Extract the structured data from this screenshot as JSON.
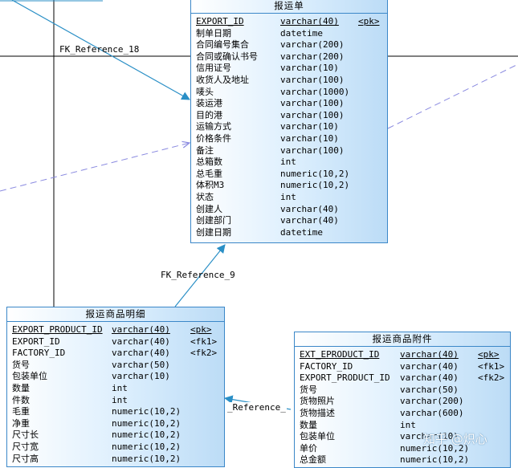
{
  "entities": {
    "declaration": {
      "title": "报运单",
      "rows": [
        {
          "name": "EXPORT_ID",
          "type": "varchar(40)",
          "key": "<pk>"
        },
        {
          "name": "制单日期",
          "type": "datetime",
          "key": ""
        },
        {
          "name": "合同编号集合",
          "type": "varchar(200)",
          "key": ""
        },
        {
          "name": "合同或确认书号",
          "type": "varchar(200)",
          "key": ""
        },
        {
          "name": "信用证号",
          "type": "varchar(10)",
          "key": ""
        },
        {
          "name": "收货人及地址",
          "type": "varchar(100)",
          "key": ""
        },
        {
          "name": "唛头",
          "type": "varchar(1000)",
          "key": ""
        },
        {
          "name": "装运港",
          "type": "varchar(100)",
          "key": ""
        },
        {
          "name": "目的港",
          "type": "varchar(100)",
          "key": ""
        },
        {
          "name": "运输方式",
          "type": "varchar(10)",
          "key": ""
        },
        {
          "name": "价格条件",
          "type": "varchar(10)",
          "key": ""
        },
        {
          "name": "备注",
          "type": "varchar(100)",
          "key": ""
        },
        {
          "name": "总箱数",
          "type": "int",
          "key": ""
        },
        {
          "name": "总毛重",
          "type": "numeric(10,2)",
          "key": ""
        },
        {
          "name": "体积M3",
          "type": "numeric(10,2)",
          "key": ""
        },
        {
          "name": "状态",
          "type": "int",
          "key": ""
        },
        {
          "name": "创建人",
          "type": "varchar(40)",
          "key": ""
        },
        {
          "name": "创建部门",
          "type": "varchar(40)",
          "key": ""
        },
        {
          "name": "创建日期",
          "type": "datetime",
          "key": ""
        }
      ]
    },
    "product_detail": {
      "title": "报运商品明细",
      "rows": [
        {
          "name": "EXPORT_PRODUCT_ID",
          "type": "varchar(40)",
          "key": "<pk>"
        },
        {
          "name": "EXPORT_ID",
          "type": "varchar(40)",
          "key": "<fk1>"
        },
        {
          "name": "FACTORY_ID",
          "type": "varchar(40)",
          "key": "<fk2>"
        },
        {
          "name": "货号",
          "type": "varchar(50)",
          "key": ""
        },
        {
          "name": "包装单位",
          "type": "varchar(10)",
          "key": ""
        },
        {
          "name": "数量",
          "type": "int",
          "key": ""
        },
        {
          "name": "件数",
          "type": "int",
          "key": ""
        },
        {
          "name": "毛重",
          "type": "numeric(10,2)",
          "key": ""
        },
        {
          "name": "净重",
          "type": "numeric(10,2)",
          "key": ""
        },
        {
          "name": "尺寸长",
          "type": "numeric(10,2)",
          "key": ""
        },
        {
          "name": "尺寸宽",
          "type": "numeric(10,2)",
          "key": ""
        },
        {
          "name": "尺寸高",
          "type": "numeric(10,2)",
          "key": ""
        }
      ]
    },
    "product_attachment": {
      "title": "报运商品附件",
      "rows": [
        {
          "name": "EXT_EPRODUCT_ID",
          "type": "varchar(40)",
          "key": "<pk>"
        },
        {
          "name": "FACTORY_ID",
          "type": "varchar(40)",
          "key": "<fk1>"
        },
        {
          "name": "EXPORT_PRODUCT_ID",
          "type": "varchar(40)",
          "key": "<fk2>"
        },
        {
          "name": "货号",
          "type": "varchar(50)",
          "key": ""
        },
        {
          "name": "货物照片",
          "type": "varchar(200)",
          "key": ""
        },
        {
          "name": "货物描述",
          "type": "varchar(600)",
          "key": ""
        },
        {
          "name": "数量",
          "type": "int",
          "key": ""
        },
        {
          "name": "包装单位",
          "type": "varchar(10)",
          "key": ""
        },
        {
          "name": "单价",
          "type": "numeric(10,2)",
          "key": ""
        },
        {
          "name": "总金额",
          "type": "numeric(10,2)",
          "key": ""
        }
      ]
    }
  },
  "relations": {
    "fk18": "FK_Reference_18",
    "fk9": "FK_Reference_9",
    "fk_partial": "_Reference_"
  },
  "watermark": "知乎 @炽心",
  "colors": {
    "entity_border": "#3b87c8",
    "relation_line": "#2a8fc6",
    "dashed_relation": "#8a8ae0",
    "frame_line": "#000000"
  }
}
